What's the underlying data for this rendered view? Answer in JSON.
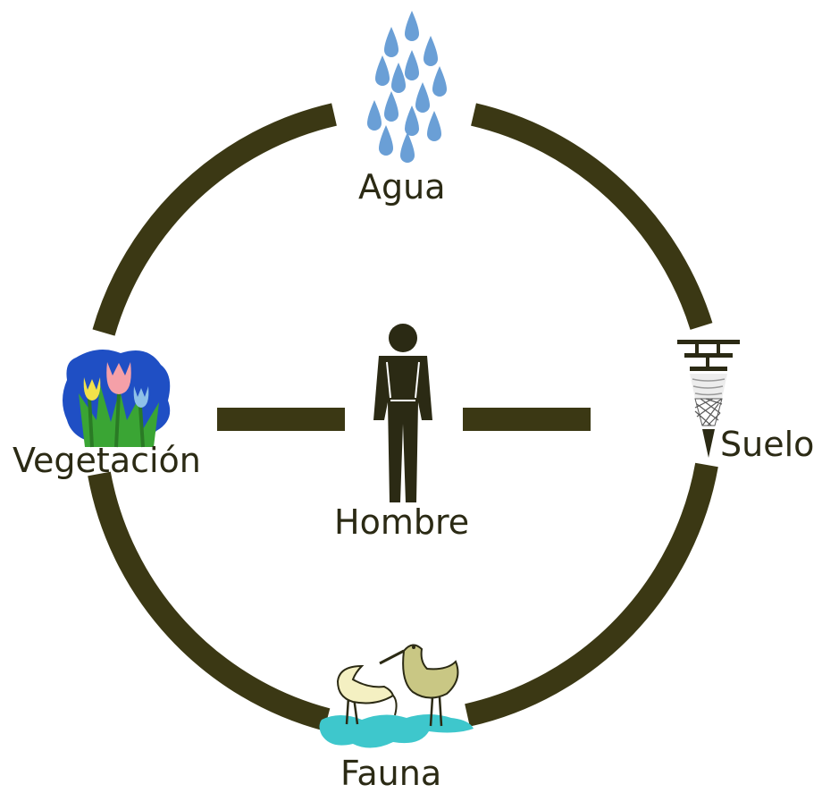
{
  "diagram": {
    "nodes": [
      {
        "id": "agua",
        "label": "Agua",
        "icon": "rain-drops-icon"
      },
      {
        "id": "suelo",
        "label": "Suelo",
        "icon": "soil-profile-icon"
      },
      {
        "id": "vegetacion",
        "label": "Vegetación",
        "icon": "flowers-icon"
      },
      {
        "id": "fauna",
        "label": "Fauna",
        "icon": "wading-birds-icon"
      },
      {
        "id": "hombre",
        "label": "Hombre",
        "icon": "person-icon"
      }
    ],
    "colors": {
      "ring": "#3b3814",
      "text": "#2b2a14",
      "water": "#6a9fd6",
      "pond": "#3ec7cc",
      "foliage": "#3aa534",
      "bird": "#c9c784"
    }
  }
}
